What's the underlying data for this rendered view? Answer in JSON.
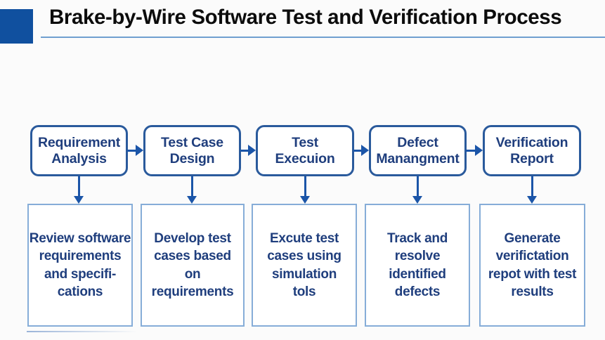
{
  "header": {
    "title": "Brake-by-Wire Software Test and Verification Process"
  },
  "colors": {
    "accent_square": "#10509f",
    "title_rule": "#6f9fd0",
    "top_box_border": "#2a5a9c",
    "bottom_box_border": "#86add8",
    "box_text": "#1f3e7d",
    "arrow": "#1b55a8",
    "title_text": "#0c0c0c",
    "background": "#fbfbfb"
  },
  "flow": {
    "stages": [
      {
        "title": "Requirement\nAnalysis",
        "detail": "Review software\nrequirements\nand specifi-\ncations"
      },
      {
        "title": "Test Case\nDesign",
        "detail": "Develop test\ncases based\non\nrequirements"
      },
      {
        "title": "Test\nExecuion",
        "detail": "Excute test\ncases using\nsimulation\ntols"
      },
      {
        "title": "Defect\nManangment",
        "detail": "Track and\nresolve\nidentified\ndefects"
      },
      {
        "title": "Verification\nReport",
        "detail": "Generate\nverifictation\nrepot with test\nresults"
      }
    ]
  }
}
